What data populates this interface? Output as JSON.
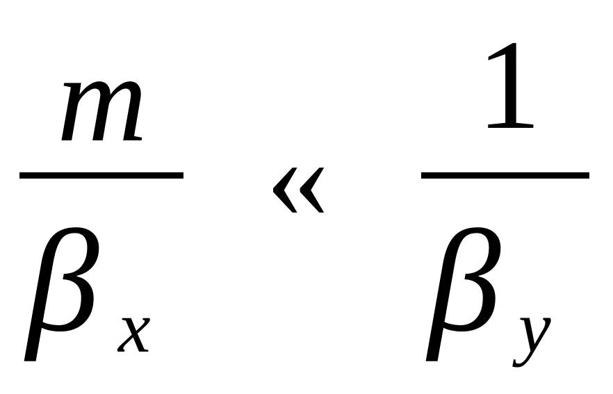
{
  "formula": {
    "left": {
      "numerator": "m",
      "denominator_symbol": "β",
      "denominator_subscript": "x"
    },
    "relation": "‹‹",
    "right": {
      "numerator": "1",
      "denominator_symbol": "β",
      "denominator_subscript": "y"
    }
  }
}
